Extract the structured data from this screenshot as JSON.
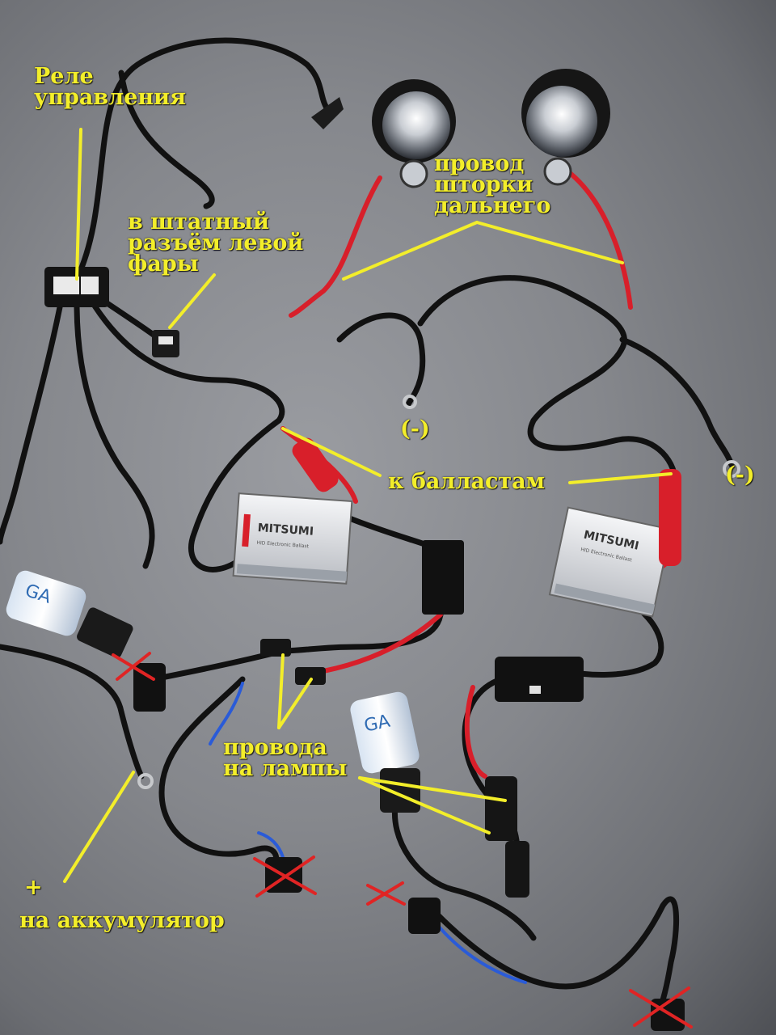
{
  "labels": {
    "relay": [
      "Реле",
      "управления"
    ],
    "stock_connector": [
      "в штатный",
      "разъём левой",
      "фары"
    ],
    "high_beam_shutter_wire": [
      "провод",
      "шторки",
      "дальнего"
    ],
    "ground_left": "(-)",
    "ground_right": "(-)",
    "to_ballasts": "к балластам",
    "lamp_wires": [
      "провода",
      "на лампы"
    ],
    "battery_plus": "+",
    "battery": "на аккумулятор"
  },
  "ballast_brand": "MITSUMI",
  "ballast_subtitle": "HID Electronic Ballast",
  "bulb_brand": "GA",
  "colors": {
    "annotation": "#f3ee2a",
    "cross_mark": "#e02424",
    "wire_red": "#d81f2a",
    "wire_black": "#111111",
    "wire_blue": "#2a5bd8",
    "background": "#8a8c91"
  },
  "icons": [
    "relay-box",
    "projector-lens",
    "ballast-unit",
    "xenon-bulb",
    "connector-plug",
    "ring-terminal",
    "cross-mark"
  ]
}
